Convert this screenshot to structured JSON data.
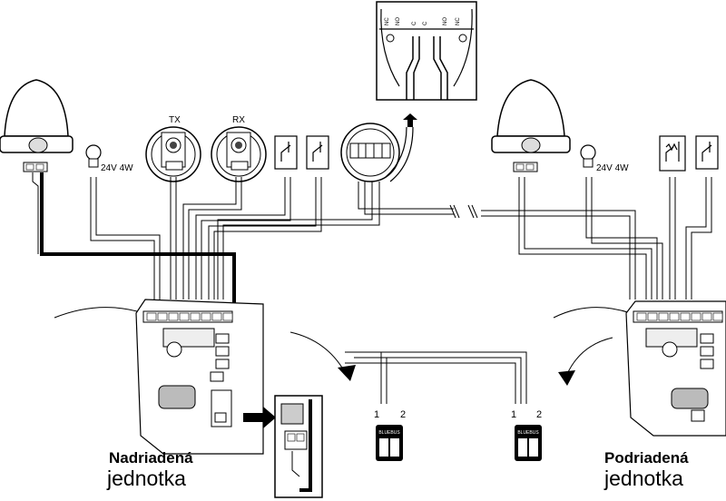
{
  "left_unit": {
    "title": "Nadriadená",
    "subtitle": "jednotka"
  },
  "right_unit": {
    "title": "Podriadená",
    "subtitle": "jednotka"
  },
  "left_lamp_rating": "24V 4W",
  "right_lamp_rating": "24V 4W",
  "photocell_tx": "TX",
  "photocell_rx": "RX",
  "bus_terminals_left": [
    "1",
    "2"
  ],
  "bus_terminals_right": [
    "1",
    "2"
  ],
  "bluebus_label": "BLUEBUS",
  "key_switch_contacts": [
    "NC",
    "NO",
    "C",
    "C",
    "NO",
    "NC"
  ],
  "icons": {
    "warning_lamp": "flashing-light-icon",
    "bulb": "bulb-icon",
    "photocell": "photocell-icon",
    "switch": "switch-icon",
    "key_selector": "key-selector-icon",
    "bluebus_device": "bluebus-icon"
  }
}
